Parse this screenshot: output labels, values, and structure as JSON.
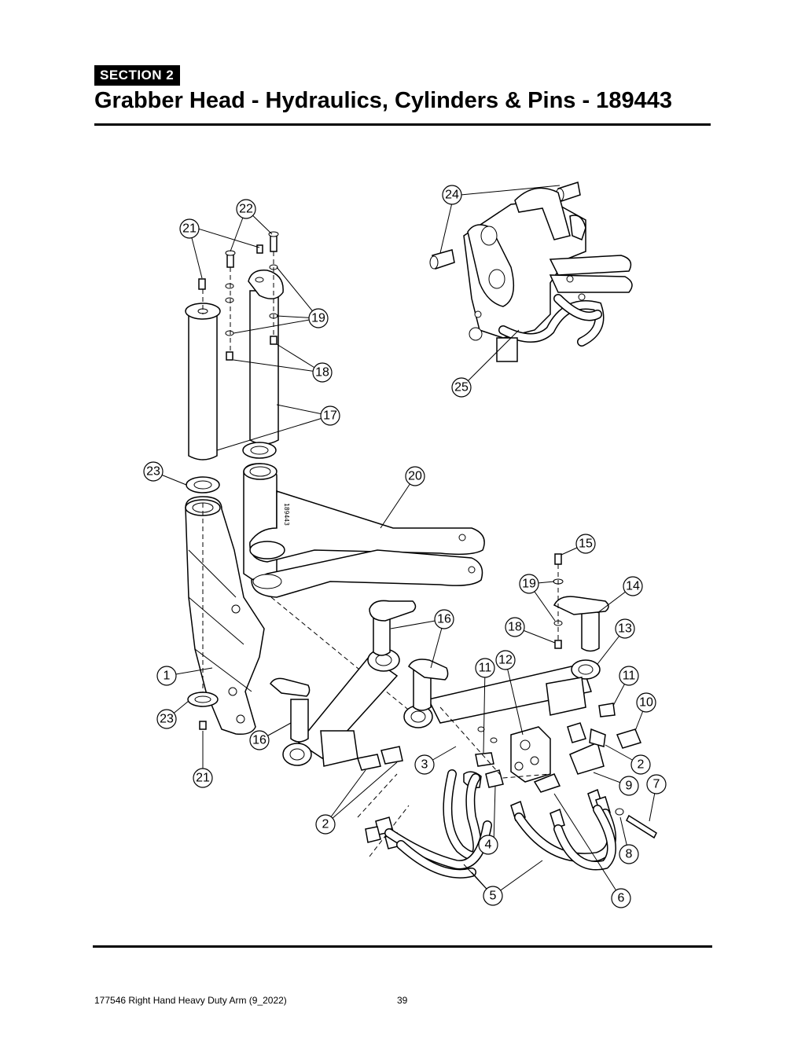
{
  "header": {
    "section_label": "SECTION  2",
    "title": "Grabber Head - Hydraulics, Cylinders & Pins - 189443"
  },
  "footer": {
    "document": "177546 Right Hand Heavy Duty Arm (9_2022)",
    "page_number": "39"
  },
  "callouts": [
    {
      "id": "c1",
      "label": "1"
    },
    {
      "id": "c2a",
      "label": "2"
    },
    {
      "id": "c2b",
      "label": "2"
    },
    {
      "id": "c3",
      "label": "3"
    },
    {
      "id": "c4",
      "label": "4"
    },
    {
      "id": "c5",
      "label": "5"
    },
    {
      "id": "c6",
      "label": "6"
    },
    {
      "id": "c7",
      "label": "7"
    },
    {
      "id": "c8",
      "label": "8"
    },
    {
      "id": "c9",
      "label": "9"
    },
    {
      "id": "c10",
      "label": "10"
    },
    {
      "id": "c11a",
      "label": "11"
    },
    {
      "id": "c11b",
      "label": "11"
    },
    {
      "id": "c12",
      "label": "12"
    },
    {
      "id": "c13",
      "label": "13"
    },
    {
      "id": "c14",
      "label": "14"
    },
    {
      "id": "c15",
      "label": "15"
    },
    {
      "id": "c16a",
      "label": "16"
    },
    {
      "id": "c16b",
      "label": "16"
    },
    {
      "id": "c17",
      "label": "17"
    },
    {
      "id": "c18a",
      "label": "18"
    },
    {
      "id": "c18b",
      "label": "18"
    },
    {
      "id": "c19a",
      "label": "19"
    },
    {
      "id": "c19b",
      "label": "19"
    },
    {
      "id": "c20",
      "label": "20"
    },
    {
      "id": "c21a",
      "label": "21"
    },
    {
      "id": "c21b",
      "label": "21"
    },
    {
      "id": "c22",
      "label": "22"
    },
    {
      "id": "c23a",
      "label": "23"
    },
    {
      "id": "c23b",
      "label": "23"
    },
    {
      "id": "c24",
      "label": "24"
    },
    {
      "id": "c25",
      "label": "25"
    }
  ]
}
